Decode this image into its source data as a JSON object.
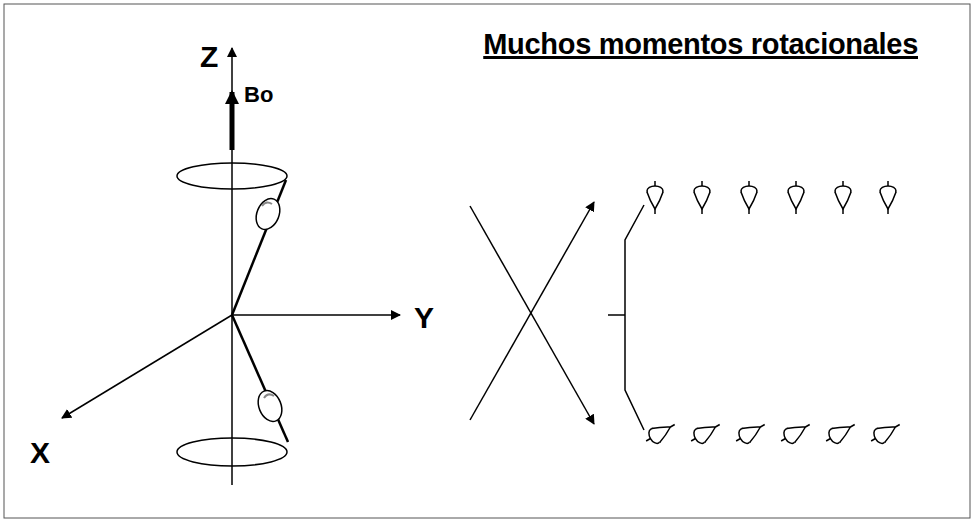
{
  "diagram": {
    "title": "Muchos momentos rotacionales",
    "labels": [
      "Z",
      "Bo",
      "Y",
      "X"
    ]
  }
}
